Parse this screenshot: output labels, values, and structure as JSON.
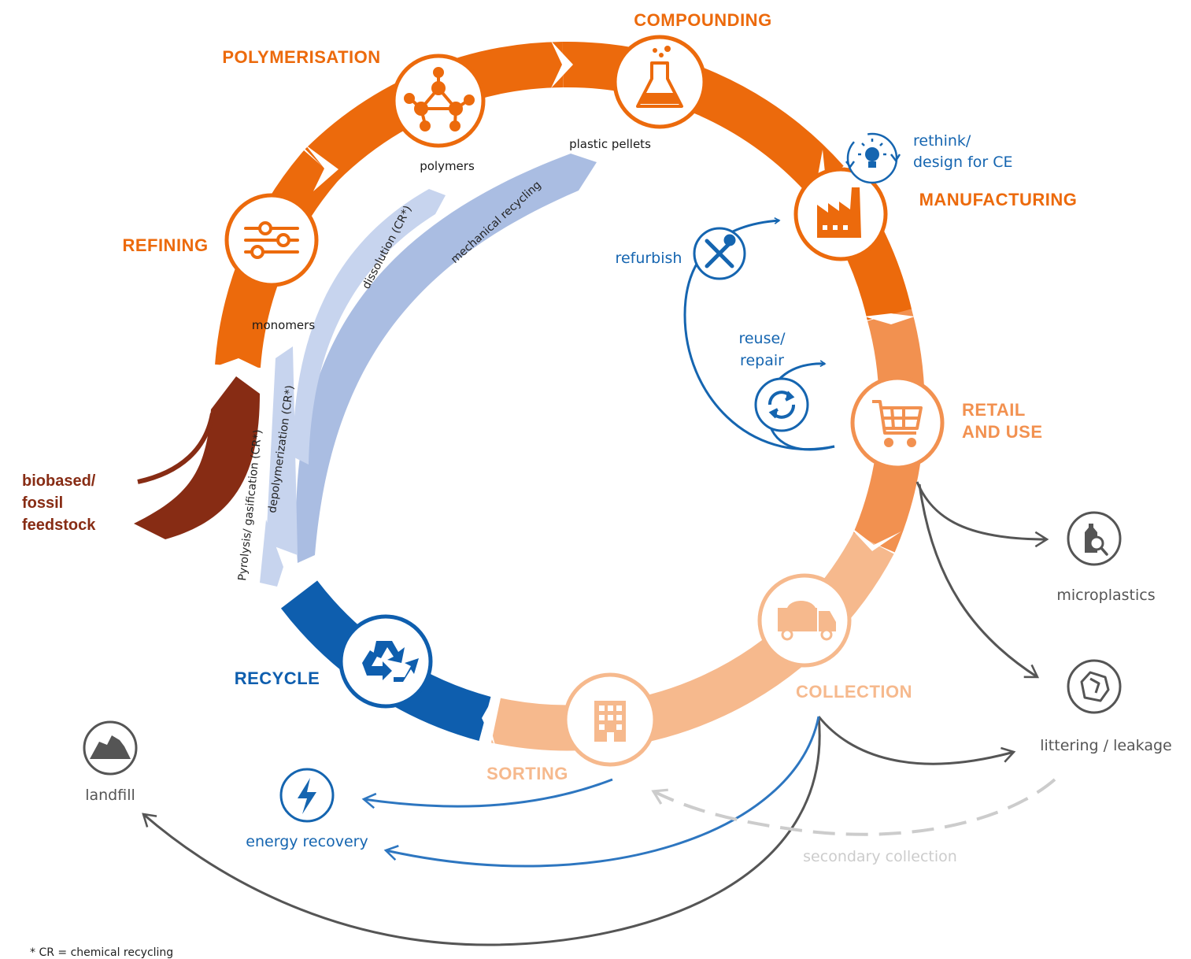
{
  "stages": {
    "compounding": "COMPOUNDING",
    "polymerisation": "POLYMERISATION",
    "refining": "REFINING",
    "manufacturing": "MANUFACTURING",
    "retail_line1": "RETAIL",
    "retail_line2": "AND USE",
    "collection": "COLLECTION",
    "sorting": "SORTING",
    "recycle": "RECYCLE"
  },
  "intermediates": {
    "polymers": "polymers",
    "plastic_pellets": "plastic pellets",
    "monomers": "monomers"
  },
  "feedstock": [
    "biobased/",
    "fossil",
    "feedstock"
  ],
  "recycling_routes": {
    "mechanical": "mechanical recycling",
    "dissolution": "dissolution (CR*)",
    "depolymerization": "depolymerization (CR*)",
    "pyrolysis": "Pyrolysis/ gasification (CR*)"
  },
  "loops": {
    "rethink": [
      "rethink/",
      "design for CE"
    ],
    "refurbish": "refurbish",
    "reuse": [
      "reuse/",
      "repair"
    ]
  },
  "outputs": {
    "microplastics": "microplastics",
    "littering": "littering / leakage",
    "landfill": "landfill",
    "energy_recovery": "energy recovery",
    "secondary_collection": "secondary collection"
  },
  "footnote": "* CR = chemical recycling",
  "colors": {
    "orange": "#ec6a0c",
    "light_orange": "#f29150",
    "pale_orange": "#f6b98d",
    "recycle_blue": "#0e5eae",
    "accent_blue": "#1565b0",
    "feedstock_brown": "#872c14",
    "lavender": "#aabde2",
    "pale_lavender": "#c7d4ee",
    "grey": "#555555",
    "light_grey": "#cccccc"
  }
}
